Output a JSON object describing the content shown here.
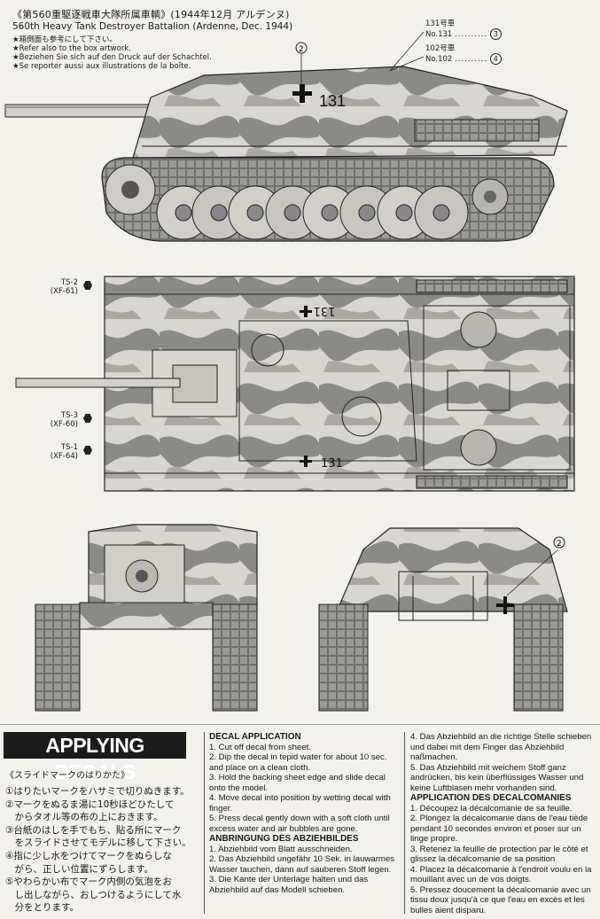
{
  "header": {
    "title_jp": "《第560重駆逐戦車大隊所属車輌》(1944年12月 アルデンヌ)",
    "title_en": "560th Heavy Tank Destroyer Battalion (Ardenne, Dec. 1944)",
    "notes": [
      "★箱側面も参考にして下さい。",
      "★Refer also to the box artwork.",
      "★Beziehen Sie sich auf den Druck auf der Schachtel.",
      "★Se reporter aussi aux illustrations de la boîte."
    ]
  },
  "callouts": {
    "c131_jp": "131号車",
    "c131_en": "No.131",
    "c131_num": "3",
    "c102_jp": "102号車",
    "c102_en": "No.102",
    "c102_num": "4",
    "side_ref": "2",
    "rear_ref": "2"
  },
  "markings": {
    "side_number": "131",
    "top_number_rear": "131",
    "top_number_front": "131"
  },
  "paints": [
    {
      "code": "TS-2",
      "ref": "(XF-61)"
    },
    {
      "code": "TS-3",
      "ref": "(XF-60)"
    },
    {
      "code": "TS-1",
      "ref": "(XF-64)"
    }
  ],
  "applying": {
    "title": "APPLYING DECALS",
    "jp_subtitle": "《スライドマークのはりかた》",
    "jp_steps": [
      "①はりたいマークをハサミで切りぬきます。",
      "②マークをぬるま湯に10秒ほどひたして",
      "　からタオル等の布の上におきます。",
      "③台紙のはしを手でもち、貼る所にマーク",
      "　をスライドさせてモデルに移して下さい。",
      "④指に少し水をつけてマークをぬらしな",
      "　がら、正しい位置にずらします。",
      "⑤やわらかい布でマーク内側の気泡をお",
      "　し出しながら、おしつけるようにして水",
      "　分をとります。"
    ],
    "en_title": "DECAL APPLICATION",
    "en_steps": [
      "1. Cut off decal from sheet.",
      "2. Dip the decal in tepid water for about 10 sec. and place on a clean cloth.",
      "3. Hold the backing sheet edge and slide decal onto the model.",
      "4. Move decal into position by wetting decal with finger.",
      "5. Press decal gently down with a soft cloth until excess water and air bubbles are gone."
    ],
    "de_title": "ANBRINGUNG DES ABZIEHBILDES",
    "de_steps": [
      "1. Abziehbild vom Blatt ausschneiden.",
      "2. Das Abziehbild ungefähr 10 Sek. in lauwarmes Wasser tauchen, dann auf sauberen Stoff legen.",
      "3. Die Kante der Unterlage halten und das Abziehbild auf das Modell schieben.",
      "4. Das Abziehbild an die richtige Stelle schieben und dabei mit dem Finger das Abziehbild naßmachen.",
      "5. Das Abziehbild mit weichem Stoff ganz andrücken, bis kein überflüssiges Wasser und keine Luftblasen mehr vorhanden sind."
    ],
    "fr_title": "APPLICATION DES DECALCOMANIES",
    "fr_steps": [
      "1. Découpez la décalcomanie de sa feuille.",
      "2. Plongez la décalcomanie dans de l'eau tiède pendant 10 secondes environ et poser sur un linge propre.",
      "3. Retenez la feuille de protection par le côté et glissez la décalcomanie de sa position",
      "4. Placez la décalcomanie à l'endroit voulu en la mouillant avec un de vos doigts.",
      "5. Pressez doucement la décalcomanie avec un tissu doux jusqu'à ce que l'eau en excès et les bulles aient disparu."
    ]
  }
}
